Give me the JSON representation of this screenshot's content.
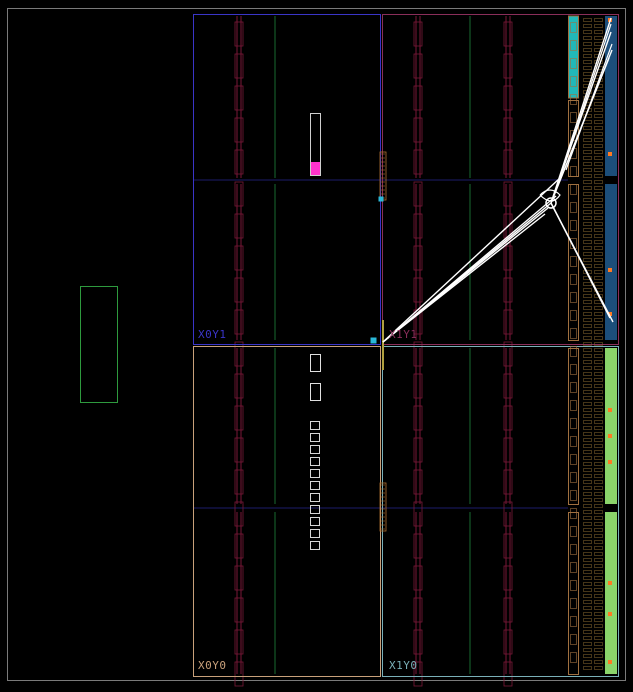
{
  "regions": [
    {
      "name": "X0Y1",
      "color": "#3a35c8"
    },
    {
      "name": "X1Y1",
      "color": "#8a2e5a"
    },
    {
      "name": "X0Y0",
      "color": "#c8a07a"
    },
    {
      "name": "X1Y0",
      "color": "#7ab0b8"
    }
  ],
  "colors": {
    "background": "#000000",
    "device_border": "#7a7a7a",
    "clock_column_red": "#7a1838",
    "clock_column_green": "#186a30",
    "row_divider": "#1c1c6a",
    "placed_cell_magenta": "#ff33cc",
    "net_lines": "#ffffff",
    "io_bank_teal": "#22b8b8",
    "io_bank_blue": "#1c4e7a",
    "io_bank_green": "#8ad46a",
    "pblock_green": "#2e9a3e",
    "io_pin_orange": "#ff7a22"
  }
}
